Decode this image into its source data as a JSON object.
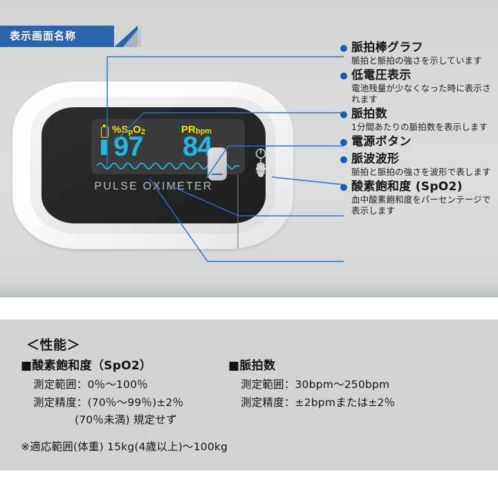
{
  "banner": {
    "title": "表示画面名称"
  },
  "device": {
    "brand": "PULSE OXIMETER",
    "display": {
      "spo2_label": "%S",
      "spo2_label_sub_p": "p",
      "spo2_label_o": "O",
      "spo2_label_sub_2": "2",
      "pr_label": "PR",
      "pr_label_sub": "bpm",
      "spo2_value": "97",
      "pr_value": "84",
      "battery_icon": "battery-icon",
      "bargraph_icon": "pulse-bar-icon",
      "waveform_icon": "pulse-waveform-icon"
    },
    "power_button_icon": "power-button",
    "clip_icon": "finger-clip-icon"
  },
  "callouts": [
    {
      "title": "脈拍棒グラフ",
      "desc": "脈拍と脈拍の強さを示しています"
    },
    {
      "title": "低電圧表示",
      "desc": "電池残量が少なくなった時に表示されます"
    },
    {
      "title": "脈拍数",
      "desc": "1分間あたりの脈拍数を表示します"
    },
    {
      "title": "電源ボタン",
      "desc": ""
    },
    {
      "title": "脈波波形",
      "desc": "脈拍と脈拍の強さを波形で表します"
    },
    {
      "title": "酸素飽和度 (SpO2)",
      "desc": "血中酸素飽和度をパーセンテージで表示します"
    }
  ],
  "spec": {
    "title": "＜性能＞",
    "left": {
      "heading": "■酸素飽和度（SpO2）",
      "range": "測定範囲：0％～100％",
      "accuracy": "測定精度：(70％～99％)±2％",
      "accuracy2": "(70％未満) 規定せず"
    },
    "right": {
      "heading": "■脈拍数",
      "range": "測定範囲：30bpm～250bpm",
      "accuracy": "測定精度：±2bpmまたは±2％"
    },
    "note": "※適応範囲(体重) 15kg(4歳以上)～100kg"
  },
  "colors": {
    "banner_blue": "#2a63ae",
    "bullet_blue": "#1a5cb0",
    "leader_blue": "#2e6fc4",
    "oled_cyan": "#22b7e8",
    "oled_yellow": "#f2e400",
    "panel_grey": "#d2d4d4"
  }
}
